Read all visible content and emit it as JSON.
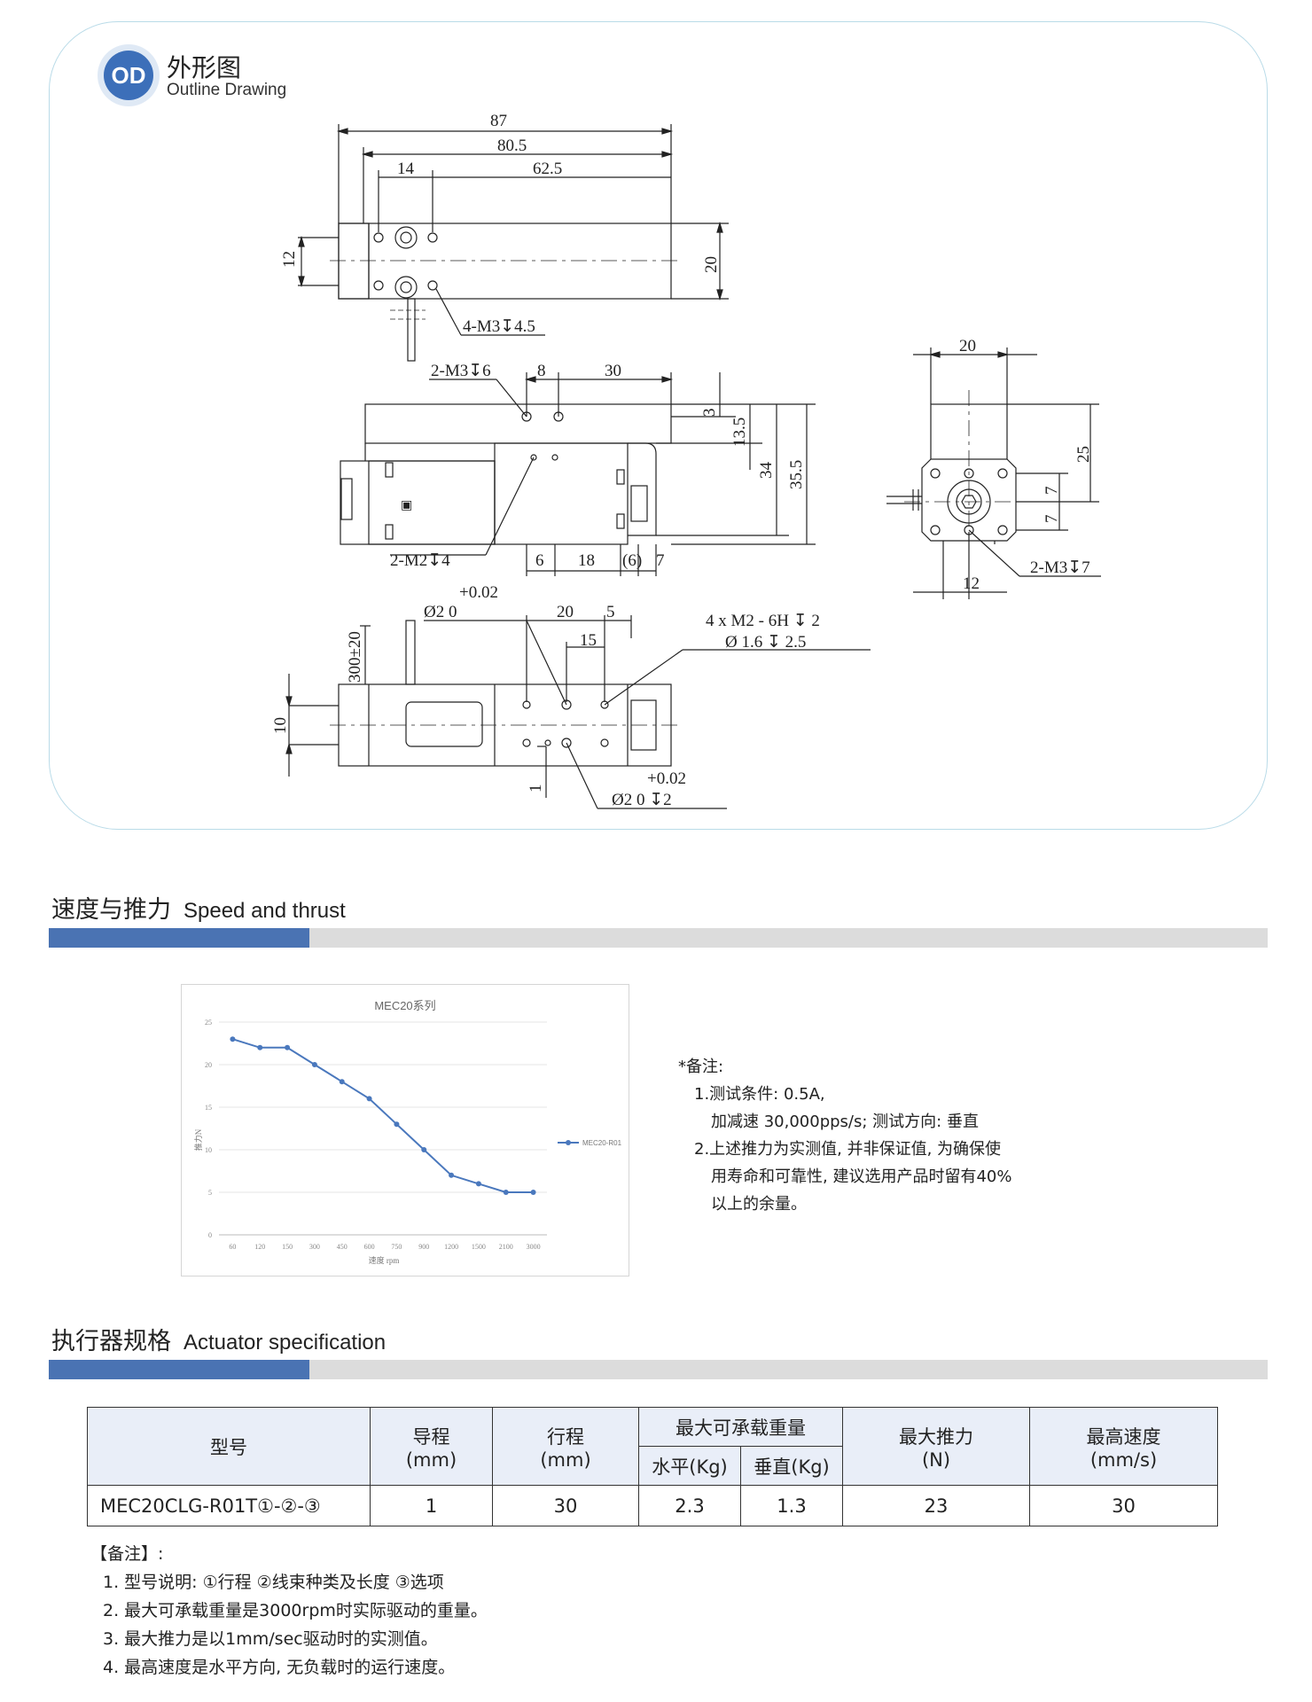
{
  "outline": {
    "logo_text": "OD",
    "title_cn": "外形图",
    "title_en": "Outline Drawing"
  },
  "dimensions": {
    "top": [
      "87",
      "80.5",
      "14",
      "62.5",
      "12",
      "20",
      "4-M3↧4.5"
    ],
    "side": [
      "2-M3↧6",
      "8",
      "30",
      "3",
      "13.5",
      "34",
      "35.5",
      "2-M2↧4",
      "6",
      "18",
      "(6)",
      "7"
    ],
    "end": [
      "20",
      "25",
      "7",
      "7",
      "12",
      "2-M3↧7"
    ],
    "bottom": [
      "+0.02",
      "Ø2  0",
      "20",
      "5",
      "15",
      "4 x  M2 - 6H ↧ 2",
      "Ø 1.6 ↧ 2.5",
      "300±20",
      "10",
      "1",
      "+0.02",
      "Ø2  0   ↧2"
    ]
  },
  "speed_section": {
    "title_cn": "速度与推力",
    "title_en": "Speed and thrust"
  },
  "chart_data": {
    "type": "line",
    "title": "MEC20系列",
    "xlabel": "速度 rpm",
    "ylabel": "推力N",
    "categories": [
      "60",
      "120",
      "150",
      "300",
      "450",
      "600",
      "750",
      "900",
      "1200",
      "1500",
      "2100",
      "3000"
    ],
    "series": [
      {
        "name": "MEC20-R01",
        "values": [
          23,
          22,
          22,
          20,
          18,
          16,
          13,
          10,
          7,
          6,
          5,
          5
        ]
      }
    ],
    "ylim": [
      0,
      25
    ],
    "yticks": [
      "0",
      "5",
      "10",
      "15",
      "20",
      "25"
    ],
    "grid": true,
    "legend_position": "right",
    "color": "#4a78bd"
  },
  "chart_notes": {
    "heading": "*备注:",
    "line1": "1.测试条件: 0.5A,",
    "line2": "加减速 30,000pps/s; 测试方向: 垂直",
    "line3": "2.上述推力为实测值, 并非保证值, 为确保使",
    "line4": "用寿命和可靠性, 建议选用产品时留有40%",
    "line5": "以上的余量。"
  },
  "spec_section": {
    "title_cn": "执行器规格",
    "title_en": "Actuator specification"
  },
  "spec_table": {
    "headers": {
      "model": "型号",
      "lead": "导程",
      "lead_unit": "(mm)",
      "stroke": "行程",
      "stroke_unit": "(mm)",
      "max_load": "最大可承载重量",
      "horizontal": "水平(Kg)",
      "vertical": "垂直(Kg)",
      "max_thrust": "最大推力",
      "max_thrust_unit": "(N)",
      "max_speed": "最高速度",
      "max_speed_unit": "(mm/s)"
    },
    "row": {
      "model": "MEC20CLG-R01T①-②-③",
      "lead": "1",
      "stroke": "30",
      "horizontal": "2.3",
      "vertical": "1.3",
      "max_thrust": "23",
      "max_speed": "30"
    }
  },
  "spec_notes": {
    "heading": "【备注】:",
    "n1": "1. 型号说明: ①行程 ②线束种类及长度 ③选项",
    "n2": "2. 最大可承载重量是3000rpm时实际驱动的重量。",
    "n3": "3. 最大推力是以1mm/sec驱动时的实测值。",
    "n4": "4. 最高速度是水平方向, 无负载时的运行速度。"
  }
}
